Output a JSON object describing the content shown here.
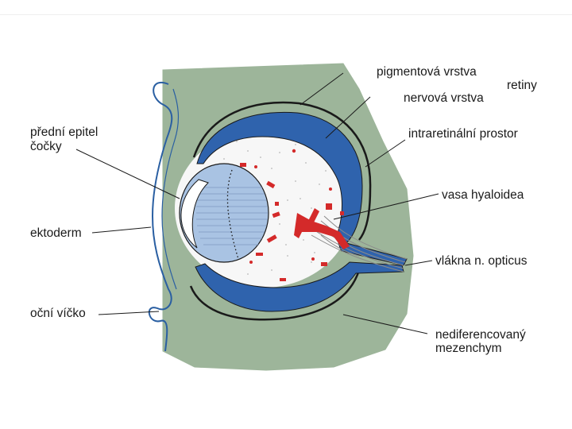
{
  "labels": {
    "pigment_layer": "pigmentová vrstva",
    "retina": "retiny",
    "neural_layer": "nervová vrstva",
    "intraretinal_space": "intraretinální prostor",
    "lens_epithelium_line1": "přední epitel",
    "lens_epithelium_line2": "čočky",
    "hyaloid_vessels": "vasa hyaloidea",
    "ectoderm": "ektoderm",
    "optic_nerve_fibers": "vlákna n. opticus",
    "eyelid": "oční víčko",
    "mesenchyme_line1": "nediferencovaný",
    "mesenchyme_line2": "mezenchym"
  },
  "colors": {
    "mesenchyme": "#9db59a",
    "retina_blue": "#2f63ad",
    "lens_blue": "#a9c3e3",
    "vessels_red": "#d42a2a",
    "vitreous": "#f7f7f7",
    "outline": "#1a1a1a"
  }
}
